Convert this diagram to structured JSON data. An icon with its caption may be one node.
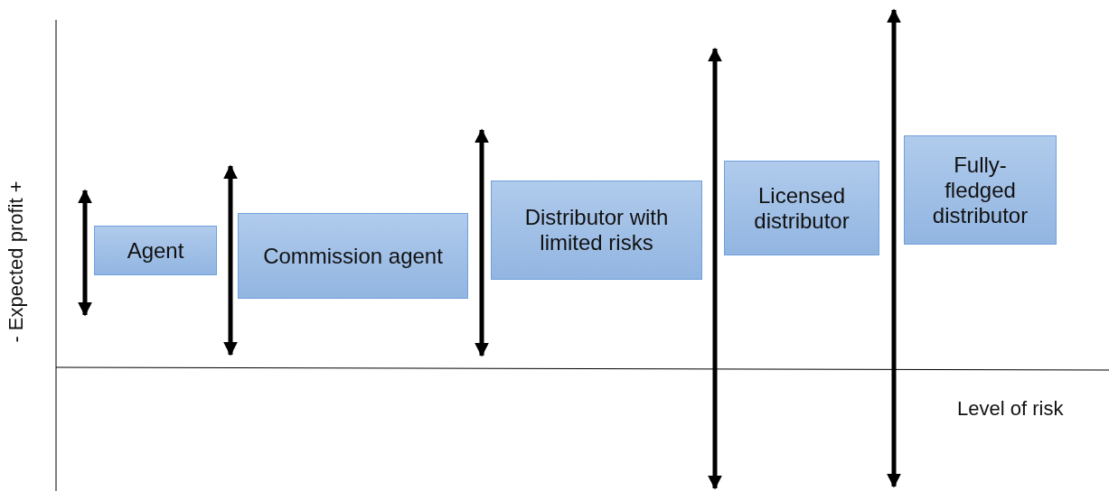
{
  "diagram": {
    "nodes": [
      {
        "text": [
          "Agent"
        ]
      },
      {
        "text": [
          "Commission agent"
        ]
      },
      {
        "text": [
          "Distributor with limited risks"
        ]
      },
      {
        "text": [
          "Licensed distributor"
        ]
      },
      {
        "text": [
          "Fully-fledged distributor"
        ]
      }
    ],
    "labels": [
      "- Expected profit +",
      "Level of risk"
    ]
  }
}
